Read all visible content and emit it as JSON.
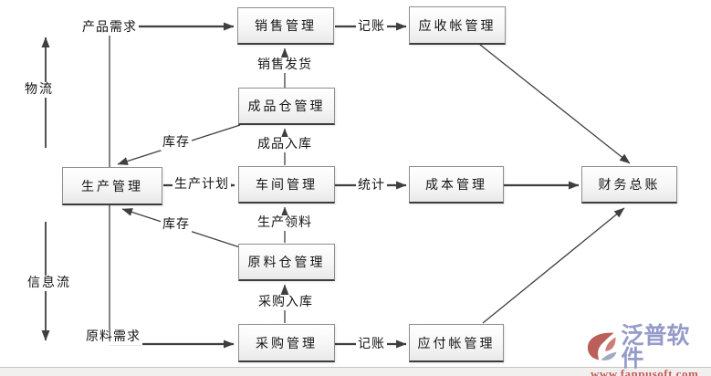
{
  "diagram": {
    "nodes": {
      "sales": "销售管理",
      "accounts_receivable": "应收帐管理",
      "finished_goods_warehouse": "成品仓管理",
      "production": "生产管理",
      "workshop": "车间管理",
      "cost": "成本管理",
      "general_ledger": "财务总账",
      "raw_material_warehouse": "原料仓管理",
      "procurement": "采购管理",
      "accounts_payable": "应付帐管理"
    },
    "edge_labels": {
      "product_demand": "产品需求",
      "bookkeeping_top": "记账",
      "sales_shipping": "销售发货",
      "inventory_upper": "库存",
      "finished_goods_inbound": "成品入库",
      "production_plan": "生产计划",
      "statistics": "统计",
      "production_requisition": "生产领料",
      "inventory_lower": "库存",
      "procurement_inbound": "采购入库",
      "raw_material_demand": "原料需求",
      "bookkeeping_bottom": "记账"
    },
    "flow_axes": {
      "logistics": "物流",
      "information_flow": "信息流"
    },
    "colors": {
      "line": "#3f3f3f",
      "box_border": "#8f8f8f",
      "box_border_bottom": "#3c3c3c"
    }
  },
  "watermark": {
    "brand": "泛普软件",
    "url": "www.fanpusoft.com",
    "brand_color": "#8b93c5",
    "url_color": "#c0504d",
    "icon_color": "#b5524c"
  }
}
